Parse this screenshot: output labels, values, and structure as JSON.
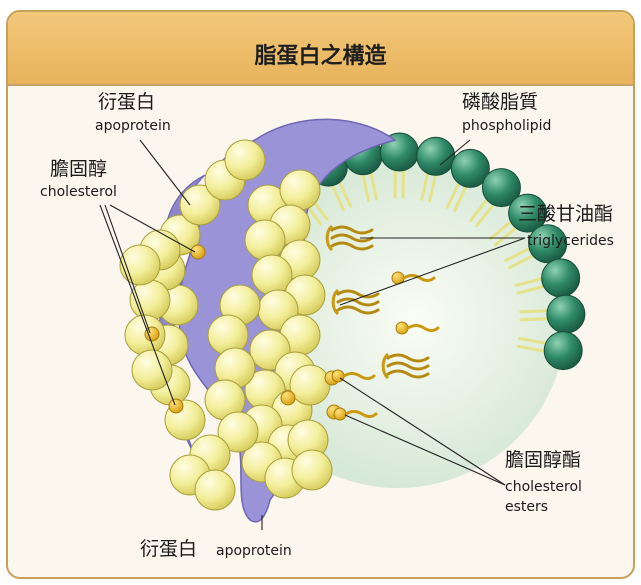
{
  "title": "脂蛋白之構造",
  "labels": {
    "apoprotein_top_zh": "衍蛋白",
    "apoprotein_top_en": "apoprotein",
    "cholesterol_zh": "膽固醇",
    "cholesterol_en": "cholesterol",
    "phospholipid_zh": "磷酸脂質",
    "phospholipid_en": "phospholipid",
    "triglycerides_zh": "三酸甘油酯",
    "triglycerides_en": "triglycerides",
    "cholesterol_esters_zh": "膽固醇酯",
    "cholesterol_esters_en1": "cholesterol",
    "cholesterol_esters_en2": "esters",
    "apoprotein_bottom_zh": "衍蛋白",
    "apoprotein_bottom_en": "apoprotein"
  },
  "colors": {
    "panel_bg": "#fbf6ee",
    "title_band": "#f2c87a",
    "phospholipid_head": "#2f8a68",
    "phospholipid_tail": "#e8e58a",
    "outer_sphere": "#f3f0a5",
    "apoprotein": "#9b93d8",
    "cholesterol_dot": "#e8b923",
    "core": "#e9f2df"
  }
}
